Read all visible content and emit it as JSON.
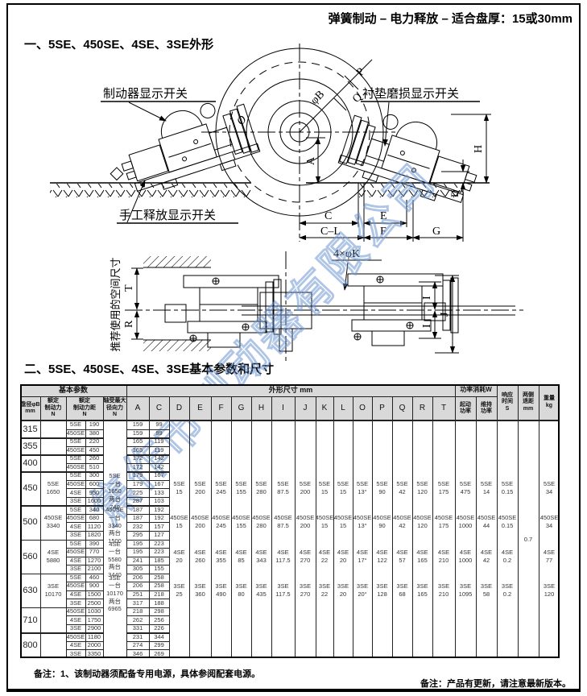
{
  "page": {
    "header": "弹簧制动 – 电力释放 – 适合盘厚：15或30mm",
    "section1": "一、5SE、450SE、4SE、3SE外形",
    "section2": "二、5SE、450SE、4SE、3SE基本参数和尺寸",
    "note_left": "备注：1、该制动器须配备专用电源，具体参阅配套电源。",
    "note_right": "备注：产品有更新，请注意最新版本。",
    "watermark": "焦作市制动器有限公司"
  },
  "drawing": {
    "label_brake_switch": "制动器显示开关",
    "label_pad_wear_switch": "衬垫磨损显示开关",
    "label_manual_release_switch": "手工释放显示开关",
    "label_space": "推荐使用的空间尺寸",
    "dim_phiB": "φB",
    "dim_P": "P",
    "dim_Q": "Q",
    "dim_O": "O",
    "dim_A": "A",
    "dim_H": "H",
    "dim_D": "D",
    "dim_C": "C",
    "dim_CL": "C–L",
    "dim_E": "E",
    "dim_F": "F",
    "dim_G": "G",
    "dim_T": "T",
    "dim_R": "R",
    "dim_I": "I",
    "dim_J": "J",
    "dim_K": "4×φK"
  },
  "table": {
    "header": {
      "basic": "基本参数",
      "dims": "外形尺寸  mm",
      "power": "功率消耗W",
      "disc": "盘径φB\nmm",
      "force": "额定\n制动力\nN",
      "torque": "额定\n制动力距\nN",
      "radial": "轴受最大\n径向力\nN",
      "letters": [
        "A",
        "C",
        "D",
        "E",
        "F",
        "G",
        "H",
        "I",
        "J",
        "K",
        "L",
        "O",
        "P",
        "Q",
        "R",
        "T"
      ],
      "start": "起动\n功率",
      "keep": "维持\n功率",
      "resp": "响应\n时间\nS",
      "retract": "两侧\n退距\nmm",
      "weight": "重量\nkg"
    },
    "groups": [
      {
        "disc": "315",
        "rows": [
          {
            "model": "5SE",
            "torque": "190",
            "A": "159",
            "C": "99"
          },
          {
            "model": "450SE",
            "torque": "380",
            "A": "159",
            "C": "99"
          }
        ]
      },
      {
        "disc": "355",
        "rows": [
          {
            "model": "5SE",
            "torque": "220",
            "A": "165",
            "C": "119"
          },
          {
            "model": "450SE",
            "torque": "450",
            "A": "165",
            "C": "119"
          }
        ]
      },
      {
        "disc": "400",
        "rows": [
          {
            "model": "5SE",
            "torque": "260",
            "A": "172",
            "C": "142"
          },
          {
            "model": "450SE",
            "torque": "510",
            "A": "172",
            "C": "142"
          }
        ]
      },
      {
        "disc": "450",
        "force": "5SE\n1650",
        "radial": "5SE\n一台\n1650\n两台\n740",
        "rows": [
          {
            "model": "5SE",
            "torque": "300",
            "A": "179",
            "C": "167"
          },
          {
            "model": "450SE",
            "torque": "600",
            "A": "179",
            "C": "167"
          },
          {
            "model": "4SE",
            "torque": "950",
            "A": "225",
            "C": "133"
          },
          {
            "model": "3SE",
            "torque": "1600",
            "A": "287",
            "C": "103"
          }
        ]
      },
      {
        "disc": "500",
        "force": "450SE\n3340",
        "radial": "450SE\n一台\n3340\n两台\n1500",
        "rows": [
          {
            "model": "5SE",
            "torque": "340",
            "A": "187",
            "C": "192"
          },
          {
            "model": "450SE",
            "torque": "680",
            "A": "187",
            "C": "192"
          },
          {
            "model": "4SE",
            "torque": "1120",
            "A": "232",
            "C": "157"
          },
          {
            "model": "3SE",
            "torque": "1820",
            "A": "295",
            "C": "127"
          }
        ]
      },
      {
        "disc": "560",
        "force": "4SE\n5880",
        "radial": "4SE\n一台\n5580\n两台\n3440",
        "rows": [
          {
            "model": "5SE",
            "torque": "390",
            "A": "195",
            "C": "223"
          },
          {
            "model": "450SE",
            "torque": "770",
            "A": "195",
            "C": "223"
          },
          {
            "model": "4SE",
            "torque": "1270",
            "A": "241",
            "C": "185"
          },
          {
            "model": "3SE",
            "torque": "2100",
            "A": "305",
            "C": "155"
          }
        ]
      },
      {
        "disc": "630",
        "force": "3SE\n10170",
        "radial": "3SE\n一台\n10170\n两台\n6965",
        "rows": [
          {
            "model": "5SE",
            "torque": "460",
            "A": "206",
            "C": "258"
          },
          {
            "model": "450SE",
            "torque": "900",
            "A": "206",
            "C": "258"
          },
          {
            "model": "4SE",
            "torque": "1500",
            "A": "251",
            "C": "218"
          },
          {
            "model": "3SE",
            "torque": "2500",
            "A": "317",
            "C": "188"
          }
        ]
      },
      {
        "disc": "710",
        "rows": [
          {
            "model": "450SE",
            "torque": "1030",
            "A": "218",
            "C": "298"
          },
          {
            "model": "4SE",
            "torque": "1750",
            "A": "262",
            "C": "256"
          },
          {
            "model": "3SE",
            "torque": "2900",
            "A": "331",
            "C": "226"
          }
        ]
      },
      {
        "disc": "800",
        "rows": [
          {
            "model": "450SE",
            "torque": "1180",
            "A": "231",
            "C": "344"
          },
          {
            "model": "4SE",
            "torque": "2000",
            "A": "274",
            "C": "299"
          },
          {
            "model": "3SE",
            "torque": "3350",
            "A": "346",
            "C": "269"
          }
        ]
      }
    ],
    "spec_blocks": [
      {
        "group": "450",
        "model": "5SE",
        "D": "15",
        "E": "200",
        "F": "245",
        "G": "155",
        "H": "280",
        "I": "87.5",
        "J": "200",
        "K": "15",
        "L": "15",
        "O": "13°",
        "P": "90",
        "Q": "42",
        "R": "120",
        "T": "175",
        "start": "475",
        "keep": "14",
        "resp": "0.15",
        "weight": "34"
      },
      {
        "group": "500",
        "model": "450SE",
        "D": "15",
        "E": "200",
        "F": "245",
        "G": "155",
        "H": "280",
        "I": "87.5",
        "J": "200",
        "K": "15",
        "L": "15",
        "O": "13°",
        "P": "90",
        "Q": "42",
        "R": "120",
        "T": "175",
        "start": "1000",
        "keep": "44",
        "resp": "0.15",
        "weight": "34"
      },
      {
        "group": "560",
        "model": "4SE",
        "D": "20",
        "E": "260",
        "F": "355",
        "G": "85",
        "H": "343",
        "I": "117.5",
        "J": "270",
        "K": "22",
        "L": "20",
        "O": "17°",
        "P": "122",
        "Q": "57",
        "R": "165",
        "T": "210",
        "start": "1000",
        "keep": "42",
        "resp": "0.2",
        "weight": "77"
      },
      {
        "group": "630",
        "model": "3SE",
        "D": "25",
        "E": "360",
        "F": "490",
        "G": "80",
        "H": "435",
        "I": "117.5",
        "J": "270",
        "K": "22",
        "L": "20",
        "O": "20°",
        "P": "128",
        "Q": "68",
        "R": "165",
        "T": "210",
        "start": "1095",
        "keep": "58",
        "resp": "0.2",
        "weight": "120"
      }
    ],
    "retract_value": "0.7"
  }
}
